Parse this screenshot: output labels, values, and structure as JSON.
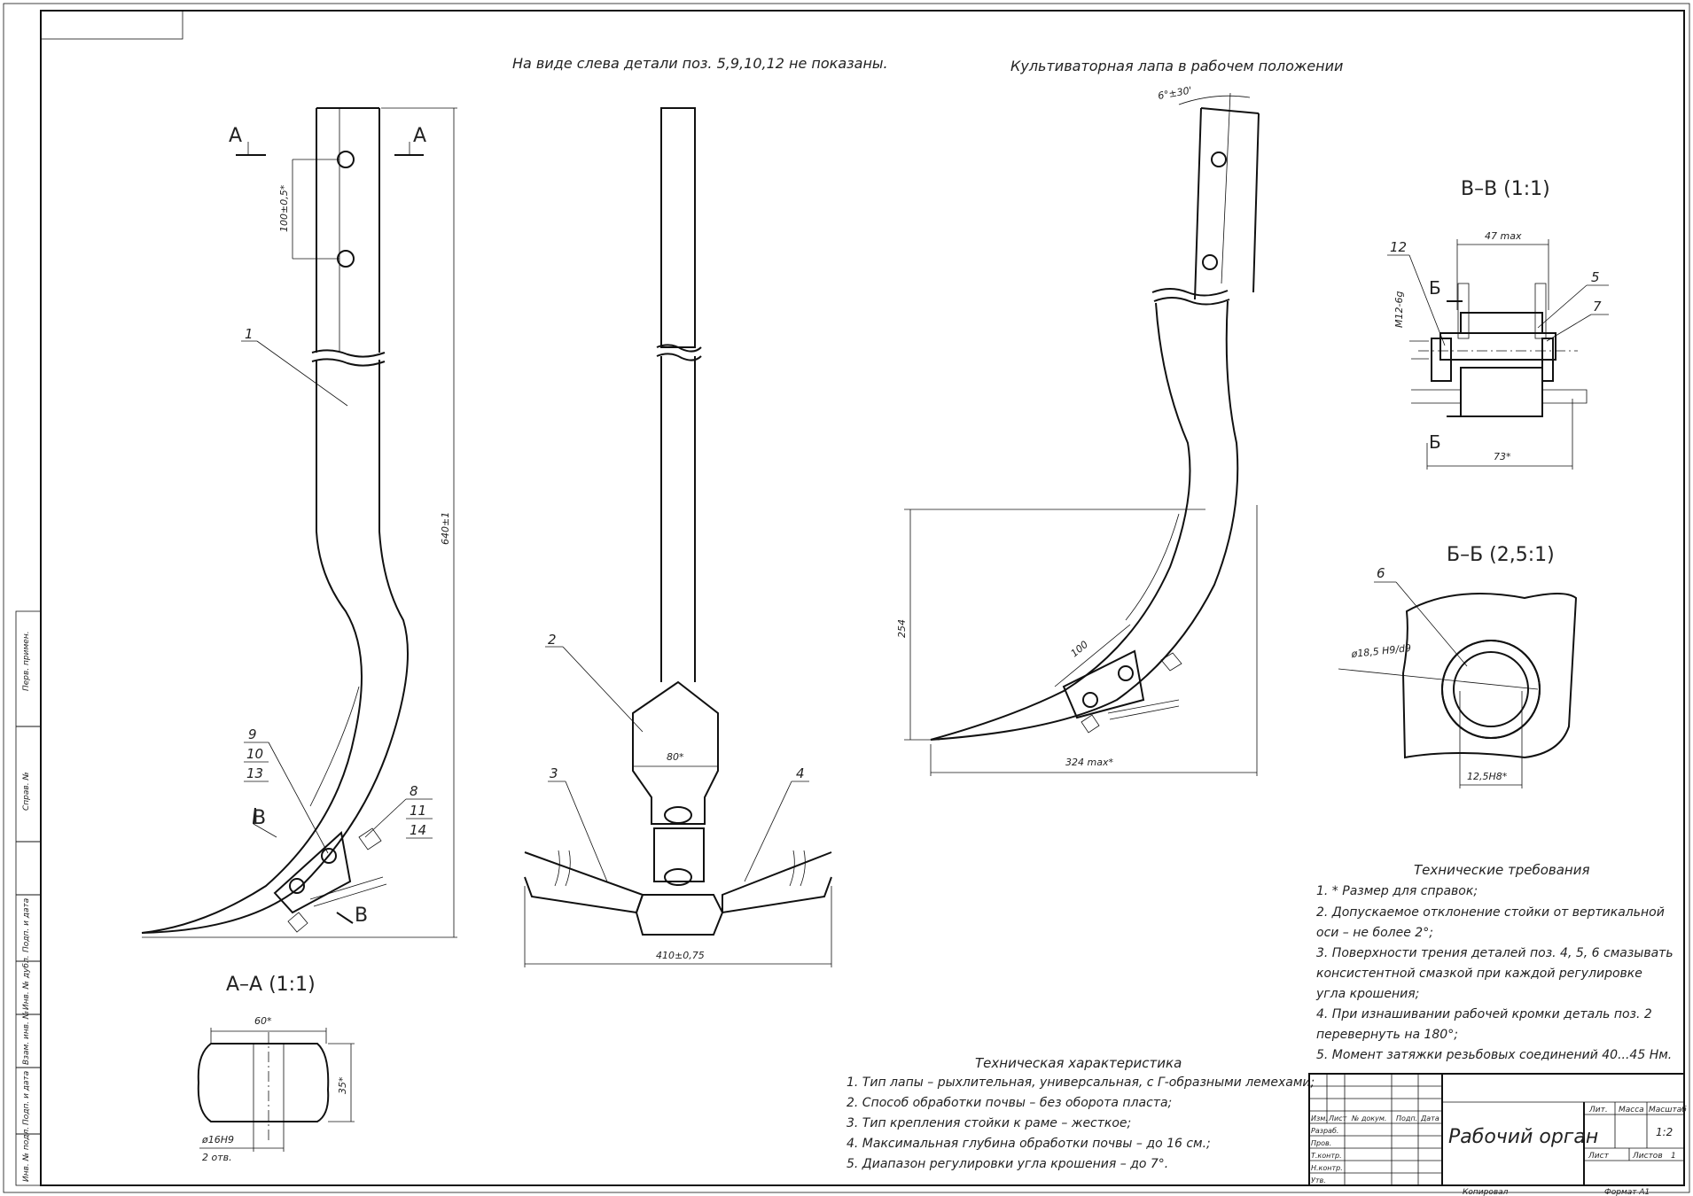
{
  "notes": {
    "left_view_note": "На виде слева детали поз. 5,9,10,12 не показаны.",
    "working_position": "Культиваторная лапа в рабочем положении"
  },
  "views": {
    "section_aa_marker": "А",
    "section_bb_marker": "В",
    "section_bb_title": "В–В (1:1)",
    "section_b2_title": "Б–Б (2,5:1)",
    "section_aa_title": "А–А (1:1)",
    "section_b2_marker": "Б"
  },
  "callouts": {
    "pos1": "1",
    "pos2": "2",
    "pos3": "3",
    "pos4": "4",
    "pos5": "5",
    "pos6": "6",
    "pos7": "7",
    "pos8": "8",
    "pos9": "9",
    "pos10": "10",
    "pos11": "11",
    "pos12": "12",
    "pos13": "13",
    "pos14": "14"
  },
  "dimensions": {
    "hole_spacing": "100±0,5*",
    "height": "640±1",
    "width_80": "80*",
    "width_410": "410±0,75",
    "angle": "6°±30'",
    "depth_254": "254",
    "len_100": "100",
    "len_324": "324 max*",
    "dim_47": "47 max",
    "thread": "M12-6g",
    "dim_73": "73*",
    "dia_185": "ø18,5 H9/d9",
    "dim_125": "12,5H8*",
    "dim_60": "60*",
    "dim_35": "35*",
    "hole_16": "ø16H9",
    "hole_count": "2 отв."
  },
  "tech_characteristics": {
    "title": "Техническая характеристика",
    "items": [
      "1. Тип лапы – рыхлительная, универсальная, с Г-образными лемехами;",
      "2. Способ обработки почвы – без оборота пласта;",
      "3. Тип крепления стойки к раме – жесткое;",
      "4. Максимальная глубина обработки почвы – до 16 см.;",
      "5. Диапазон регулировки угла крошения – до 7°."
    ]
  },
  "tech_requirements": {
    "title": "Технические требования",
    "items": [
      "1. * Размер для справок;",
      "2. Допускаемое отклонение стойки от вертикальной",
      "оси – не более 2°;",
      "3. Поверхности трения деталей поз. 4, 5, 6 смазывать",
      "консистентной смазкой при каждой регулировке",
      "угла крошения;",
      "4. При изнашивании рабочей кромки деталь поз. 2",
      "перевернуть на 180°;",
      "5. Момент затяжки резьбовых соединений 40...45 Нм."
    ]
  },
  "title_block": {
    "name": "Рабочий орган",
    "scale": "1:2",
    "col_lit": "Лит.",
    "col_mass": "Масса",
    "col_scale": "Масштаб",
    "sheet": "Лист",
    "sheets": "Листов",
    "sheets_count": "1",
    "copied": "Копировал",
    "format": "Формат А1",
    "rows": [
      "Изм.",
      "Лист",
      "№ докум.",
      "Подп.",
      "Дата"
    ],
    "roles": [
      "Разраб.",
      "Пров.",
      "Т.контр.",
      "",
      "Н.контр.",
      "Утв."
    ]
  },
  "side_stamp": {
    "cells": [
      "Перв. примен.",
      "Справ. №",
      "Подп. и дата",
      "Инв. № дубл.",
      "Взам. инв. №",
      "Подп. и дата",
      "Инв. № подл."
    ]
  }
}
